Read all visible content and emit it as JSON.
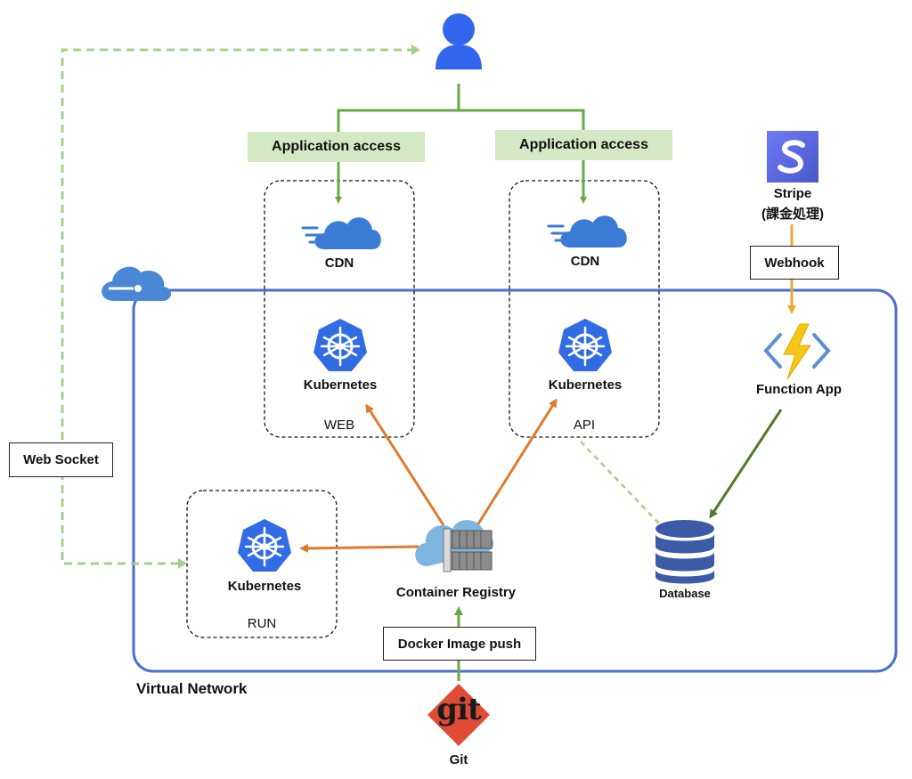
{
  "actors": {
    "user_icon": "user-icon",
    "stripe": {
      "icon": "stripe-icon",
      "line1": "Stripe",
      "line2": "(課金処理)",
      "color": "#5a67d8"
    }
  },
  "tags": {
    "app_access_left": "Application access",
    "app_access_right": "Application access",
    "webhook": "Webhook",
    "web_socket": "Web Socket",
    "docker_push": "Docker Image push"
  },
  "groups": {
    "web": "WEB",
    "api": "API",
    "run": "RUN",
    "virtual_network": "Virtual Network"
  },
  "nodes": {
    "cdn_left": "CDN",
    "cdn_right": "CDN",
    "k8s_web": "Kubernetes",
    "k8s_api": "Kubernetes",
    "k8s_run": "Kubernetes",
    "function_app": "Function App",
    "container_registry": "Container Registry",
    "database": "Database",
    "git_logo": "git",
    "git_label": "Git"
  },
  "colors": {
    "network_border": "#4a6fd0",
    "k8s": "#326ce5",
    "cdn": "#3a7bd5",
    "app_access_line": "#6aa842",
    "registry_arrow": "#e07a2e",
    "webhook_line": "#f0a830",
    "function_arrow": "#4f7a2a",
    "websocket_dash": "#a7d08a",
    "git": "#de4c36",
    "database": "#3c5aa6"
  }
}
